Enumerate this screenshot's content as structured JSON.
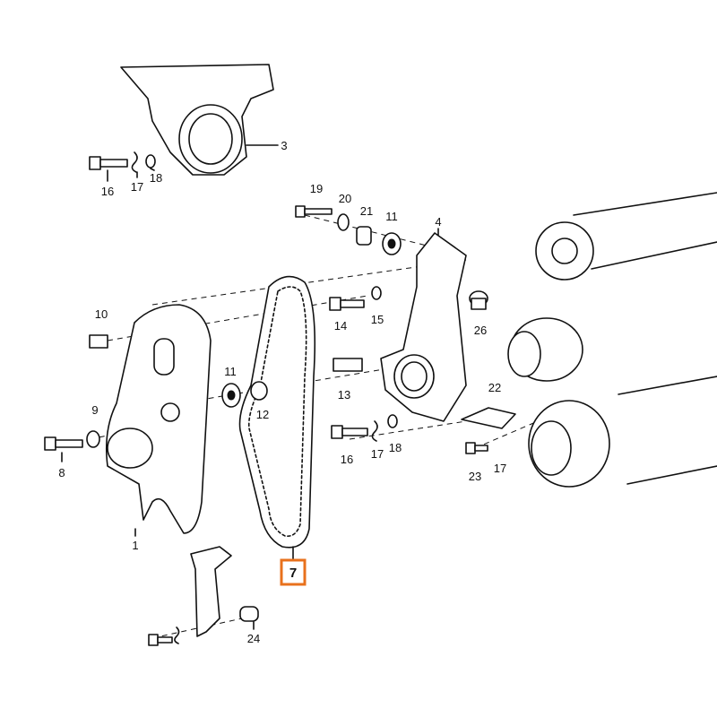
{
  "diagram": {
    "title": "Timing belt assembly exploded view",
    "highlight_color": "#e8711c",
    "highlighted_part": "7",
    "labels": {
      "p3": "3",
      "p16a": "16",
      "p17a": "17",
      "p18a": "18",
      "p19": "19",
      "p20": "20",
      "p21": "21",
      "p11a": "11",
      "p4": "4",
      "p10": "10",
      "p14": "14",
      "p15": "15",
      "p26": "26",
      "p11b": "11",
      "p12": "12",
      "p13": "13",
      "p9": "9",
      "p8": "8",
      "p16b": "16",
      "p17b": "17",
      "p18b": "18",
      "p22": "22",
      "p23": "23",
      "p17c": "17",
      "p1": "1",
      "p7": "7",
      "p24": "24"
    }
  }
}
